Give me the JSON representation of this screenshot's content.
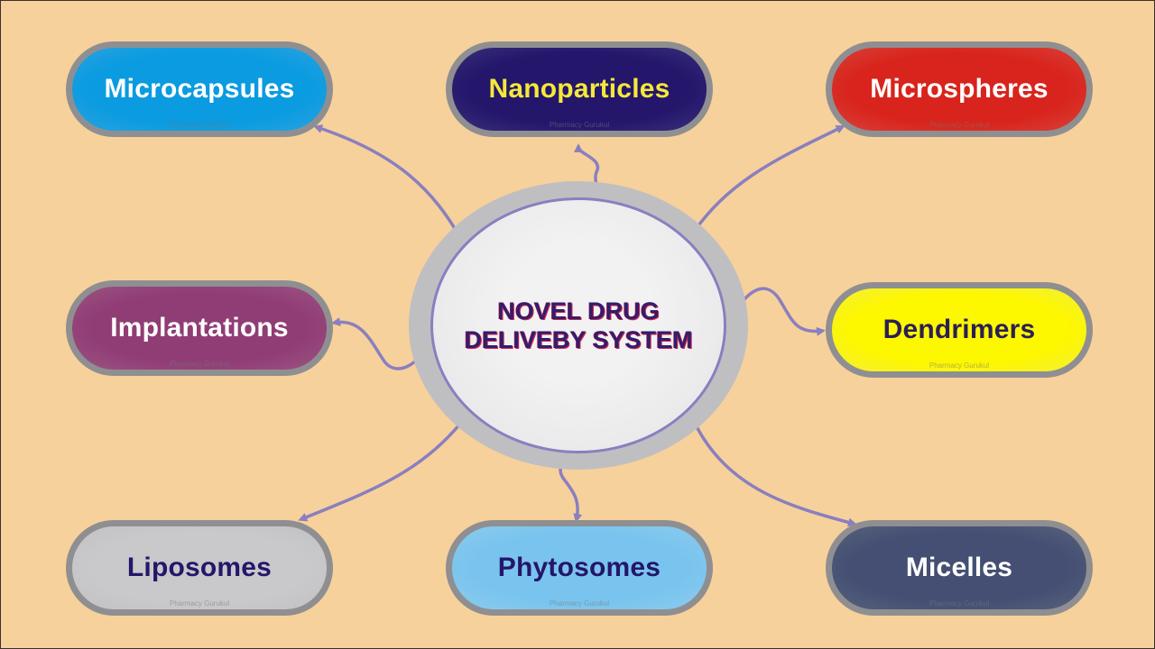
{
  "center": {
    "line1": "NOVEL DRUG",
    "line2": "DELIVEBY SYSTEM"
  },
  "nodes": {
    "microcapsules": {
      "label": "Microcapsules",
      "watermark": "Pharmacy Gurukul"
    },
    "nanoparticles": {
      "label": "Nanoparticles",
      "watermark": "Pharmacy Gurukul"
    },
    "microspheres": {
      "label": "Microspheres",
      "watermark": "Pharmacy Gurukul"
    },
    "implantations": {
      "label": "Implantations",
      "watermark": "Pharmacy Gurukul"
    },
    "dendrimers": {
      "label": "Dendrimers",
      "watermark": "Pharmacy Gurukul"
    },
    "liposomes": {
      "label": "Liposomes",
      "watermark": "Pharmacy Gurukul"
    },
    "phytosomes": {
      "label": "Phytosomes",
      "watermark": "Pharmacy Gurukul"
    },
    "micelles": {
      "label": "Micelles",
      "watermark": "Pharmacy Gurukul"
    }
  },
  "colors": {
    "background": "#f7d19b",
    "connector": "#8a7fbf",
    "center_text": "#2f1f6e",
    "center_text_shadow": "#d5214a"
  }
}
